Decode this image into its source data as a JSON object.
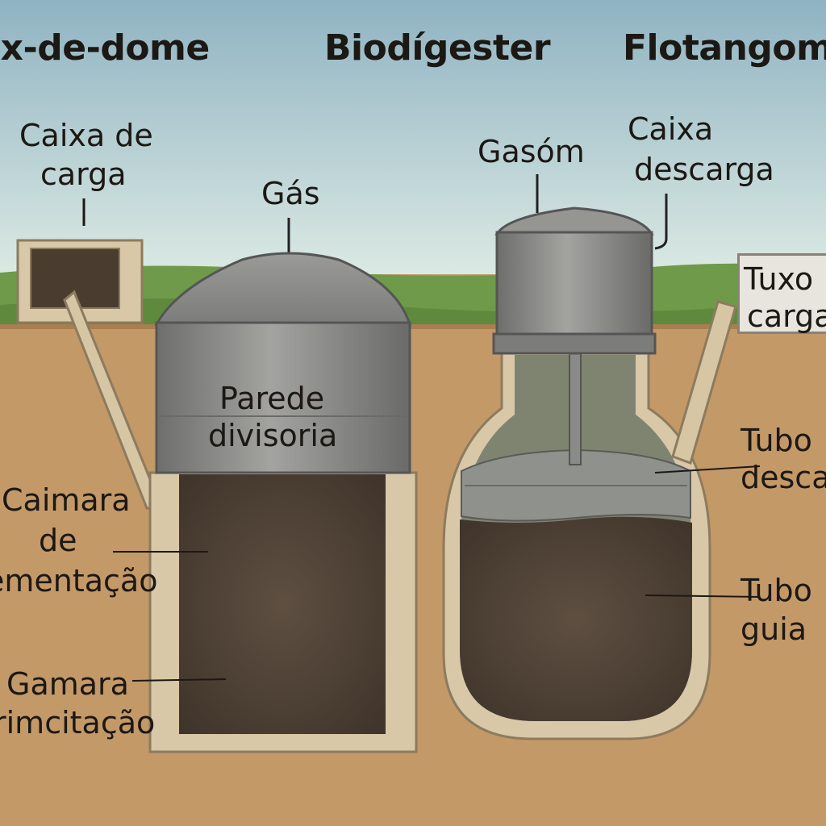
{
  "titles": {
    "left": "ix-de-dome",
    "center": "Biodígester",
    "right": "Flotangom"
  },
  "labels": {
    "caixa_de_carga": [
      "Caixa de",
      "carga"
    ],
    "gas": "Gás",
    "parede_divisoria": [
      "Parede",
      "divisoria"
    ],
    "caimara": [
      "Caimara",
      "de",
      "ementação"
    ],
    "gamara": [
      "Gamara",
      "rimcitação"
    ],
    "gasom": "Gasóm",
    "caixa_descarga": [
      "Caixa",
      "descarga"
    ],
    "tuxo_carga": [
      "Tuxo",
      "carga"
    ],
    "tubo_descarga": [
      "Tubo",
      "desca"
    ],
    "tubo_guia": [
      "Tubo",
      "guia"
    ]
  },
  "colors": {
    "sky_top": "#8fb3c2",
    "sky_bottom": "#d9e8e4",
    "grass": "#6f9a4a",
    "soil": "#c49968",
    "concrete": "#d8c8a8",
    "steel": "#8a8a88",
    "slurry": "#54463a"
  }
}
